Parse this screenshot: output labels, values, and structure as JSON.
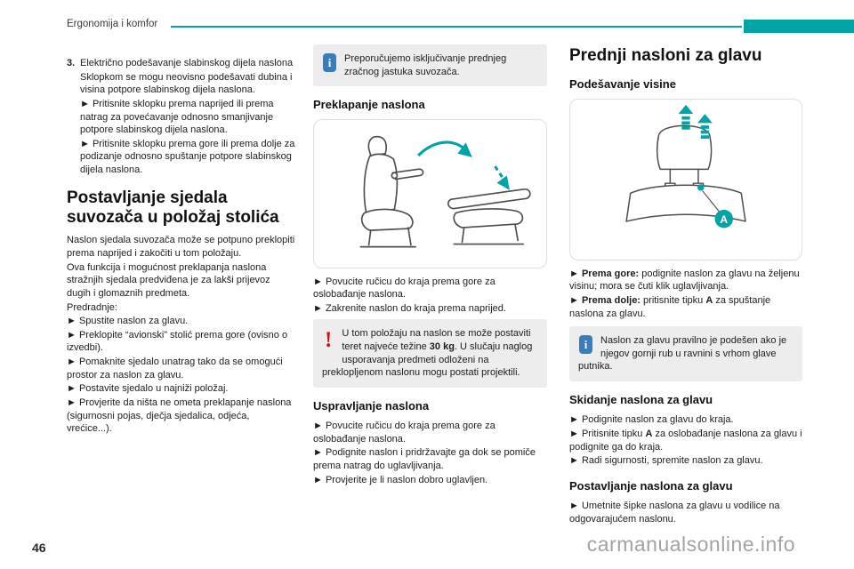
{
  "colors": {
    "accent": "#00a4a6",
    "info": "#3a7dbf",
    "warning": "#cc1414"
  },
  "icons": {
    "info": "i",
    "warning": "!"
  },
  "page": {
    "header": "Ergonomija i komfor",
    "page_number": "46",
    "watermark": "carmanualsonline.info"
  },
  "col1": {
    "item3": {
      "number": "3.",
      "title": "Električno podešavanje slabinskog dijela naslona",
      "body": "Sklopkom se mogu neovisno podešavati dubina i visina potpore slabinskog dijela naslona.",
      "bullets": [
        "► Pritisnite sklopku prema naprijed ili prema natrag za povećavanje odnosno smanjivanje potpore slabinskog dijela naslona.",
        "► Pritisnite sklopku prema gore ili prema dolje za podizanje odnosno spuštanje potpore slabinskog dijela naslona."
      ]
    },
    "heading": "Postavljanje sjedala suvozača u položaj stolića",
    "para1": "Naslon sjedala suvozača može se potpuno preklopiti prema naprijed i zakočiti u tom položaju.",
    "para2": "Ova funkcija i mogućnost preklapanja naslona stražnjih sjedala predviđena je za lakši prijevoz dugih i glomaznih predmeta.",
    "para3": "Predradnje:",
    "bullets": [
      "► Spustite naslon za glavu.",
      "► Preklopite “avionski” stolić prema gore (ovisno o izvedbi).",
      "► Pomaknite sjedalo unatrag tako da se omogući prostor za naslon za glavu.",
      "► Postavite sjedalo u najniži položaj.",
      "► Provjerite da ništa ne ometa preklapanje naslona (sigurnosni pojas, dječja sjedalica, odjeća, vrećice...)."
    ]
  },
  "col2": {
    "note1": "Preporučujemo isključivanje prednjeg zračnog jastuka suvozača.",
    "h_fold": "Preklapanje naslona",
    "fold_bullets": [
      "► Povucite ručicu do kraja prema gore za oslobađanje naslona.",
      "► Zakrenite naslon do kraja prema naprijed."
    ],
    "warn": {
      "t1": "U tom položaju na naslon se može postaviti teret najveće težine ",
      "b1": "30 kg",
      "t2": ". U slučaju naglog usporavanja predmeti odloženi na preklopljenom naslonu mogu postati projektili."
    },
    "h_raise": "Uspravljanje naslona",
    "raise_bullets": [
      "► Povucite ručicu do kraja prema gore za oslobađanje naslona.",
      "► Podignite naslon i pridržavajte ga dok se pomiče prema natrag do uglavljivanja.",
      "► Provjerite je li naslon dobro uglavljen."
    ]
  },
  "col3": {
    "heading": "Prednji nasloni za glavu",
    "h_height": "Podešavanje visine",
    "badge_a": "A",
    "up": {
      "marker": "► ",
      "bold": "Prema gore:",
      "text": " podignite naslon za glavu na željenu visinu; mora se čuti klik uglavljivanja."
    },
    "down": {
      "marker": "► ",
      "bold": "Prema dolje:",
      "text": " pritisnite tipku ",
      "bold2": "A",
      "text2": " za spuštanje naslona za glavu."
    },
    "note": "Naslon za glavu pravilno je podešen ako je njegov gornji rub u ravnini s vrhom glave putnika.",
    "h_remove": "Skidanje naslona za glavu",
    "remove1": "► Podignite naslon za glavu do kraja.",
    "remove2": {
      "t1": "► Pritisnite tipku ",
      "b": "A",
      "t2": " za oslobađanje naslona za glavu i podignite ga do kraja."
    },
    "remove3": "► Radi sigurnosti, spremite naslon za glavu.",
    "h_install": "Postavljanje naslona za glavu",
    "install_bullet": "► Umetnite šipke naslona za glavu u vodilice na odgovarajućem naslonu."
  }
}
